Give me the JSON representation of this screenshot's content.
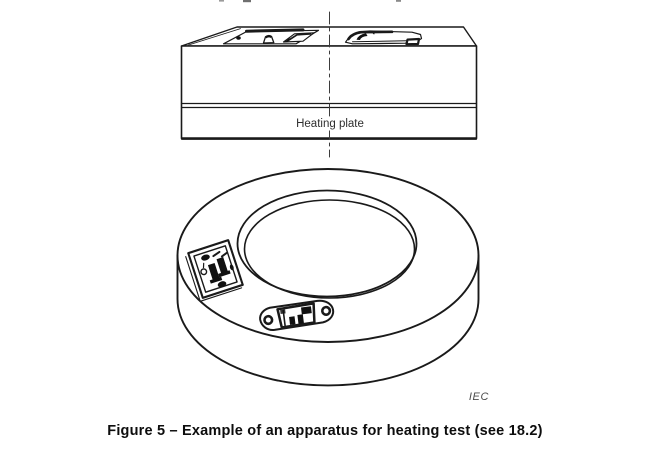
{
  "figure": {
    "drawing": {
      "heating_plate_label": "Heating plate",
      "credit": "IEC"
    },
    "caption": "Figure 5 – Example of an apparatus for heating test (see 18.2)"
  },
  "colors": {
    "line": "#1a1a1a",
    "background": "#ffffff",
    "caption_text": "#0d0d0d",
    "muted_text": "#4d4d4d"
  }
}
